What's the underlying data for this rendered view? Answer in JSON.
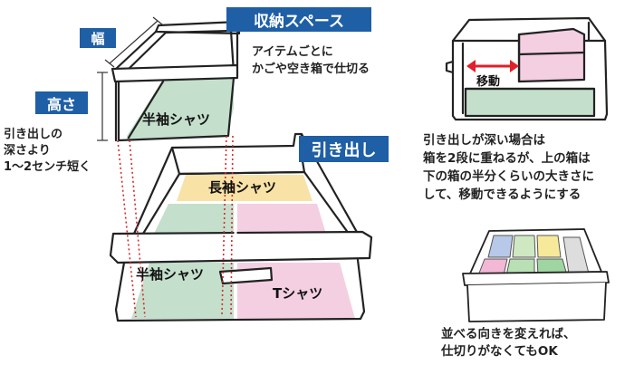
{
  "labels": {
    "width_tag": "幅",
    "height_tag": "高さ",
    "storage_space_tag": "収納スペース",
    "drawer_tag": "引き出し",
    "short_sleeve_top": "半袖シャツ",
    "long_sleeve": "長袖シャツ",
    "short_sleeve_bottom": "半袖シャツ",
    "tshirt": "Tシャツ",
    "move": "移動"
  },
  "notes": {
    "storage_note": [
      "アイテムごとに",
      "かごや空き箱で仕切る"
    ],
    "height_note": [
      "引き出しの",
      "深さより",
      "1〜2センチ短く"
    ],
    "deep_drawer_note": [
      "引き出しが深い場合は",
      "箱を2段に重ねるが、上の箱は",
      "下の箱の半分くらいの大きさに",
      "して、移動できるようにする"
    ],
    "direction_note": [
      "並べる向きを変えれば、",
      "仕切りがなくてもOK"
    ]
  },
  "colors": {
    "tag_blue": "#1f5fa6",
    "green": "#c4dfcc",
    "pink": "#f4cfe1",
    "yellow": "#f8e2a6",
    "red_arrow": "#e0202a",
    "dotted_red": "#d62a2a",
    "outline": "#222222"
  }
}
